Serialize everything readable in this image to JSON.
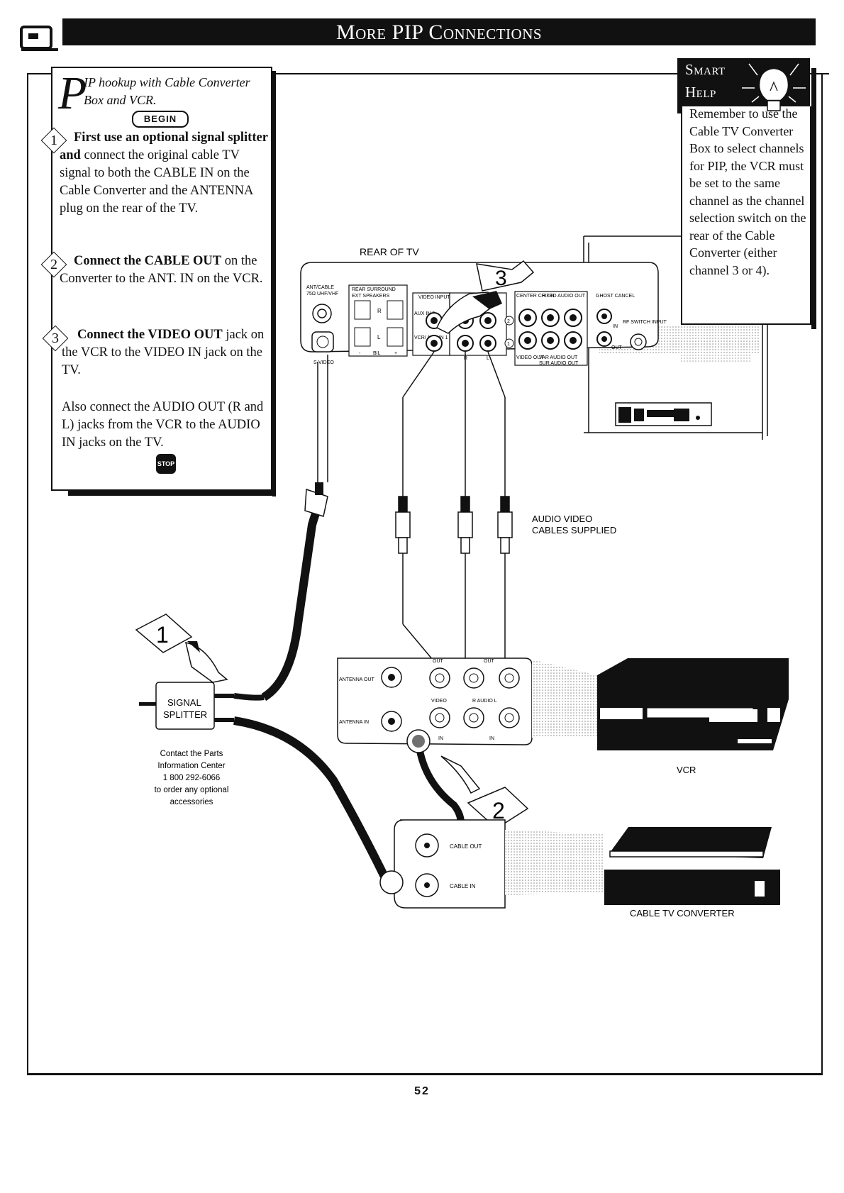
{
  "header": {
    "title": "More PIP Connections"
  },
  "instructions": {
    "intro_cap": "P",
    "intro_text": "IP hookup with Cable Converter Box and VCR.",
    "begin_label": "BEGIN",
    "steps": [
      {
        "num": "1",
        "bold": "First use an optional signal splitter and",
        "text": " connect the original cable TV signal to both the CABLE IN on the Cable Converter and the ANTENNA plug on the rear of the TV."
      },
      {
        "num": "2",
        "bold": "Connect the CABLE OUT",
        "text": " on the Converter to the ANT. IN on the VCR."
      },
      {
        "num": "3",
        "bold": "Connect the VIDEO OUT",
        "text": " jack on the VCR to the VIDEO IN jack on the TV."
      }
    ],
    "also_text": "Also connect the AUDIO OUT (R and L) jacks from the VCR to the AUDIO IN jacks on the TV.",
    "stop_label": "STOP"
  },
  "smart_help": {
    "title_line1": "Smart",
    "title_line2": "Help",
    "text": "Remember to use the Cable TV Converter Box to select channels for PIP, the VCR must be set to the same channel as the channel selection switch on the rear of the Cable Converter (either channel 3 or 4)."
  },
  "diagram": {
    "rear_of_tv": "REAR OF TV",
    "tv_panel": {
      "ant_cable": "ANT/CABLE",
      "ohm_uhf_vhf": "75Ω UHF/VHF",
      "rear_surround": "REAR SURROUND",
      "ext_speakers": "EXT SPEAKERS",
      "video_input": "VIDEO INPUT",
      "aux_in_2": "AUX IN 2",
      "vcr_aux_in_1": "VCR/ AUX IN 1",
      "r": "R",
      "l": "L",
      "center_ch_in": "CENTER CH / IN",
      "fixed_audio_out": "FIXED AUDIO OUT",
      "ghost_cancel": "GHOST CANCEL",
      "rf_switch_input": "RF SWITCH INPUT",
      "in": "IN",
      "out": "OUT",
      "video_out": "VIDEO OUT",
      "var_audio_out": "VAR AUDIO OUT",
      "sur_audio_out": "SUR AUDIO OUT",
      "s_video": "S-VIDEO",
      "num_2": "2",
      "num_1": "1",
      "plus": "+",
      "minus": "-",
      "bil": "BIL"
    },
    "av_cables_label": "AUDIO VIDEO CABLES SUPPLIED",
    "vcr_panel": {
      "antenna_out": "ANTENNA OUT",
      "antenna_in": "ANTENNA IN",
      "out_1": "OUT",
      "out_2": "OUT",
      "video": "VIDEO",
      "r_audio_l": "R AUDIO L",
      "in_1": "IN",
      "in_2": "IN"
    },
    "vcr_label": "VCR",
    "splitter_label_1": "SIGNAL",
    "splitter_label_2": "SPLITTER",
    "contact_lines": [
      "Contact the Parts",
      "Information Center",
      "1 800 292-6066",
      "to order any optional",
      "accessories"
    ],
    "converter_panel": {
      "cable_out": "CABLE OUT",
      "cable_in": "CABLE IN"
    },
    "converter_label": "CABLE TV CONVERTER",
    "callout_1": "1",
    "callout_2": "2",
    "callout_3": "3"
  },
  "page_number": "52"
}
